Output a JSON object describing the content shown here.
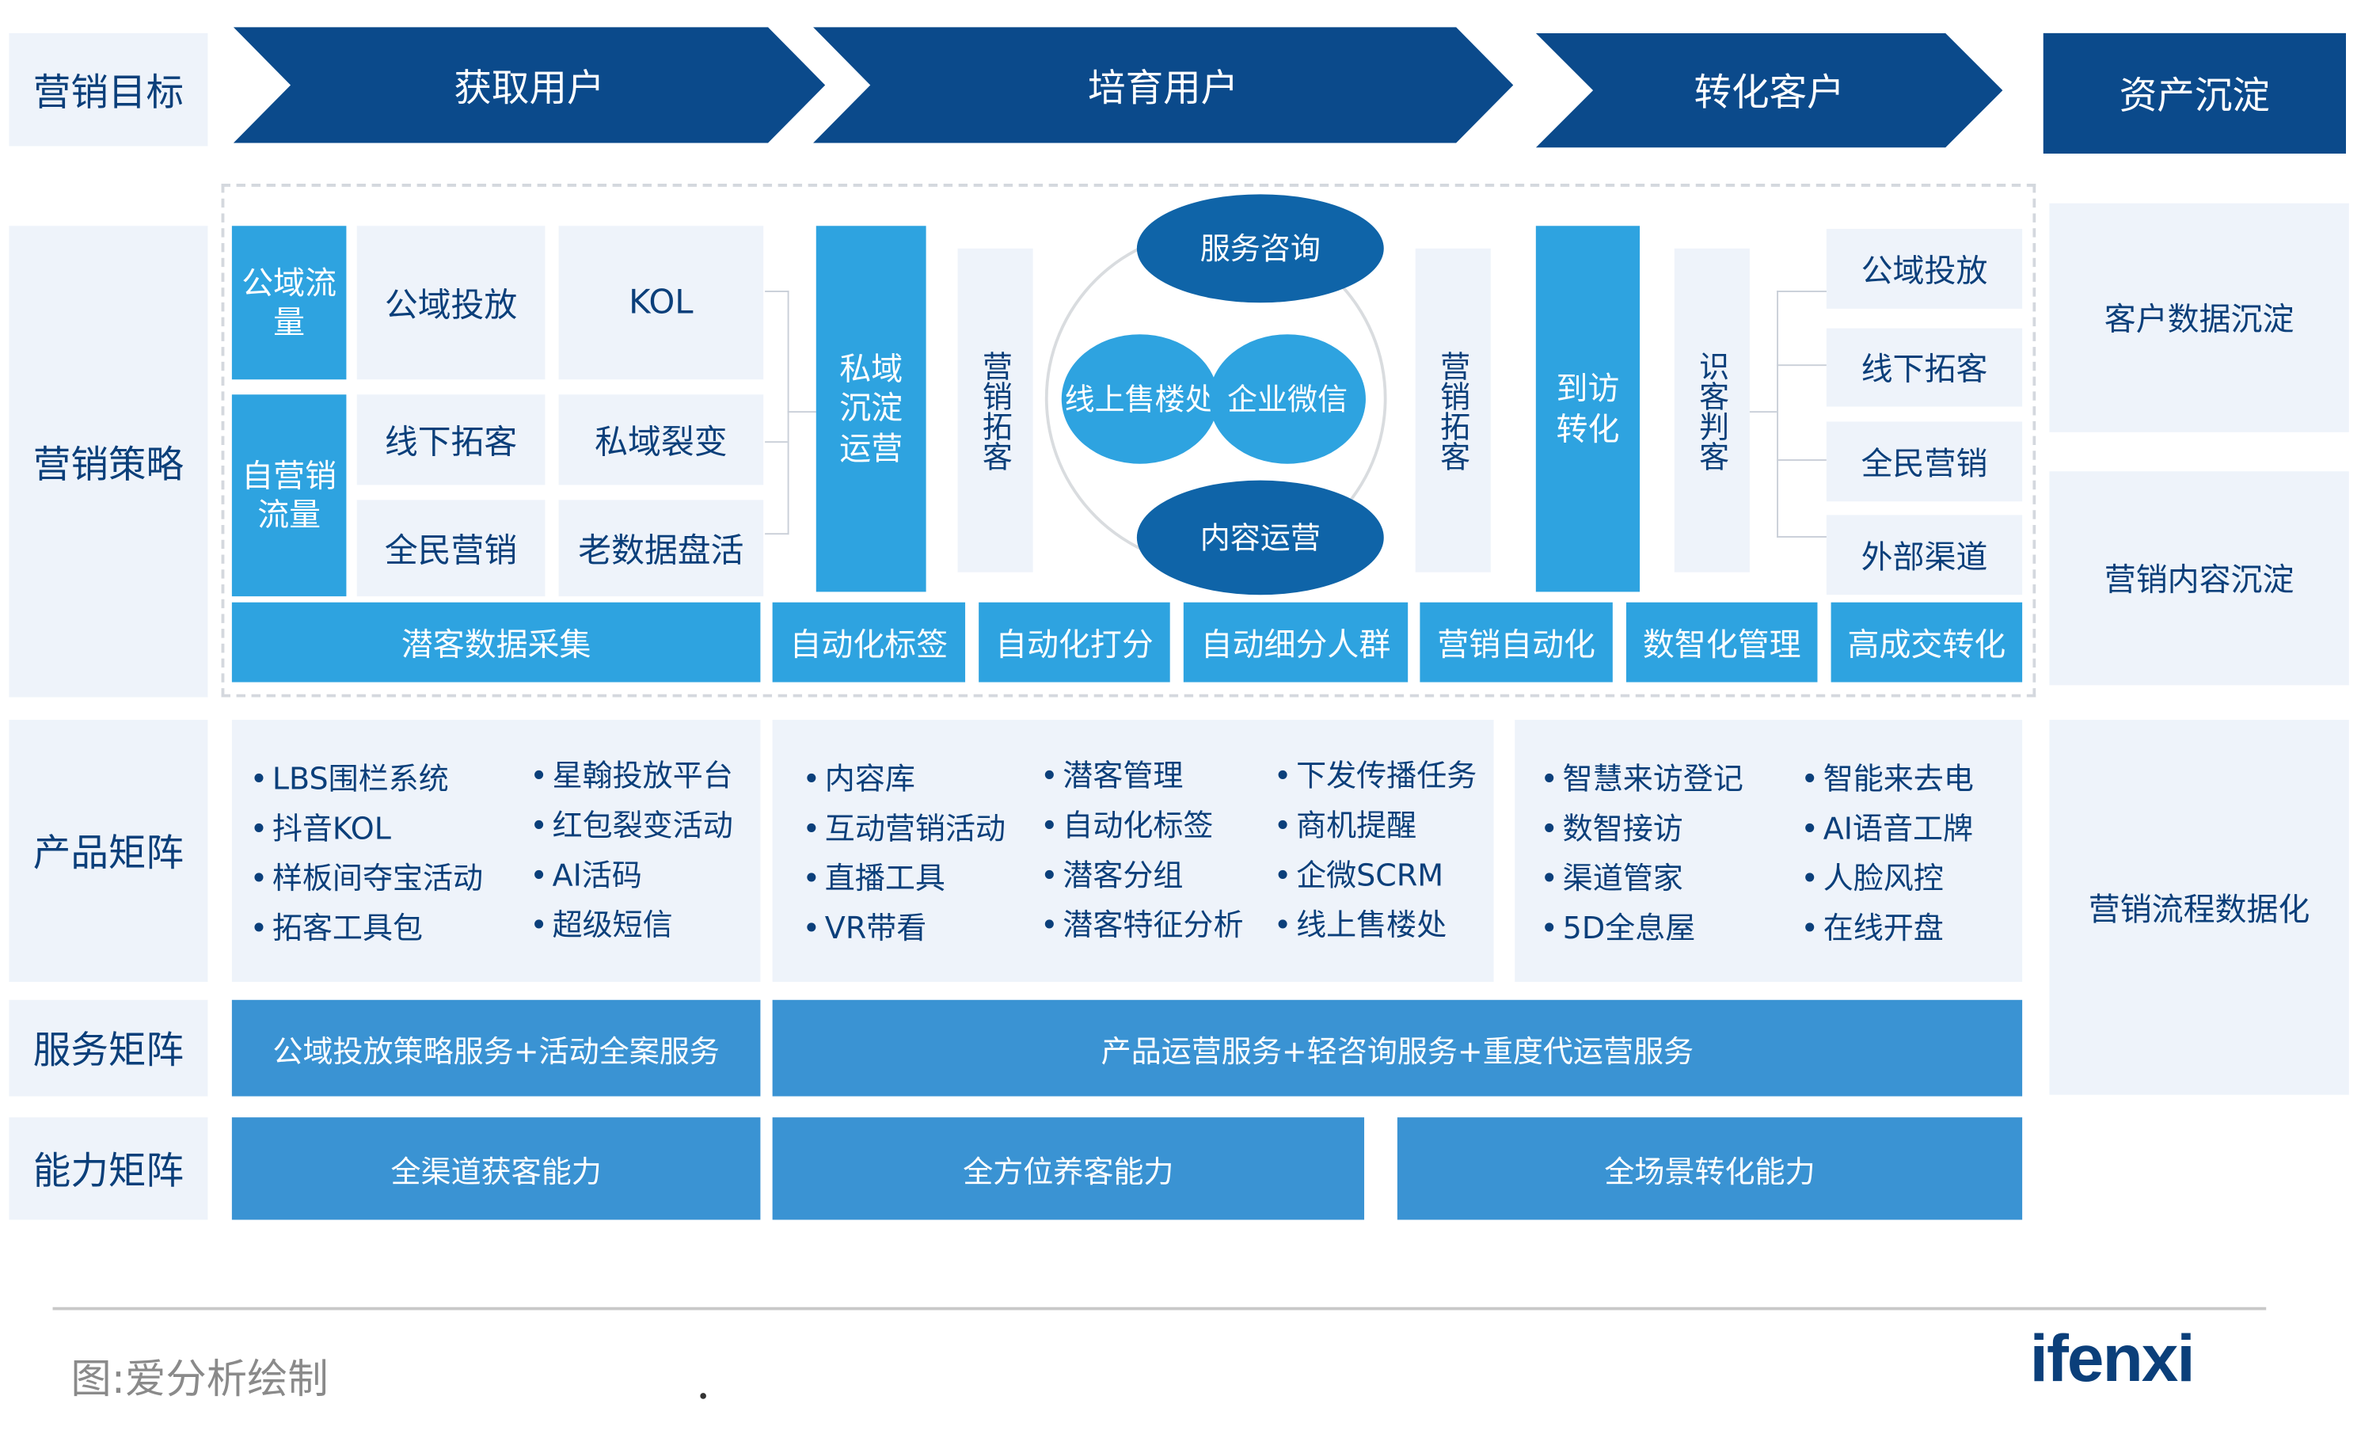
{
  "rows": {
    "goal": "营销目标",
    "strategy": "营销策略",
    "product": "产品矩阵",
    "service": "服务矩阵",
    "capability": "能力矩阵"
  },
  "goals": [
    "获取用户",
    "培育用户",
    "转化客户",
    "资产沉淀"
  ],
  "strategy": {
    "public_traffic": "公域流量",
    "self_traffic": "自营销流量",
    "left_items": [
      "公域投放",
      "KOL",
      "线下拓客",
      "私域裂变",
      "全民营销",
      "老数据盘活"
    ],
    "private": "私域沉淀运营",
    "lead_gen_left": "营销拓客",
    "circle": {
      "top": "服务咨询",
      "left": "线上售楼处",
      "right": "企业微信",
      "bottom": "内容运营"
    },
    "lead_gen_right": "营销拓客",
    "visit": "到访转化",
    "identify": "识客判客",
    "right_items": [
      "公域投放",
      "线下拓客",
      "全民营销",
      "外部渠道"
    ],
    "bottom": [
      "潜客数据采集",
      "自动化标签",
      "自动化打分",
      "自动细分人群",
      "营销自动化",
      "数智化管理",
      "高成交转化"
    ]
  },
  "assets": [
    "客户数据沉淀",
    "营销内容沉淀",
    "营销流程数据化"
  ],
  "products": {
    "box1": [
      [
        "LBS围栏系统",
        "抖音KOL",
        "样板间夺宝活动",
        "拓客工具包"
      ],
      [
        "星翰投放平台",
        "红包裂变活动",
        "AI活码",
        "超级短信"
      ]
    ],
    "box2": [
      [
        "内容库",
        "互动营销活动",
        "直播工具",
        "VR带看"
      ],
      [
        "潜客管理",
        "自动化标签",
        "潜客分组",
        "潜客特征分析"
      ],
      [
        "下发传播任务",
        "商机提醒",
        "企微SCRM",
        "线上售楼处"
      ]
    ],
    "box3": [
      [
        "智慧来访登记",
        "数智接访",
        "渠道管家",
        "5D全息屋"
      ],
      [
        "智能来去电",
        "AI语音工牌",
        "人脸风控",
        "在线开盘"
      ]
    ]
  },
  "services": [
    "公域投放策略服务+活动全案服务",
    "产品运营服务+轻咨询服务+重度代运营服务"
  ],
  "capabilities": [
    "全渠道获客能力",
    "全方位养客能力",
    "全场景转化能力"
  ],
  "footer": {
    "caption": "图:爱分析绘制",
    "logo": "ifenxi"
  },
  "colors": {
    "dark": "#0b4a8b",
    "bright": "#2ea3e0",
    "mid": "#3a93d3",
    "light": "#eef3fa",
    "text": "#0b3f7a"
  }
}
